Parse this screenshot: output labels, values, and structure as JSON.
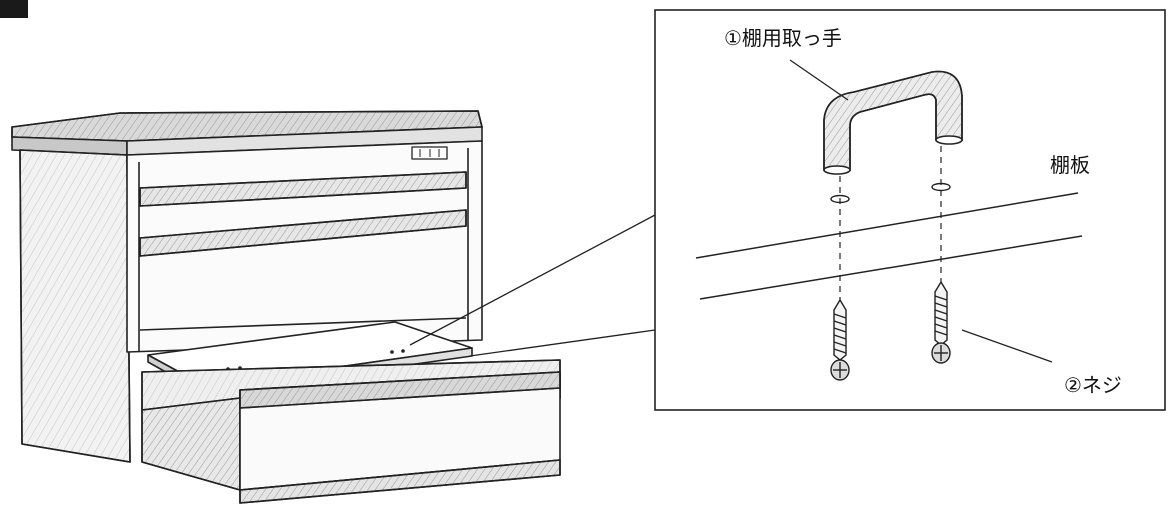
{
  "figure": {
    "labels": {
      "shelf_handle": "①棚用取っ手",
      "shelf_board": "棚板",
      "screw": "②ネジ"
    }
  }
}
